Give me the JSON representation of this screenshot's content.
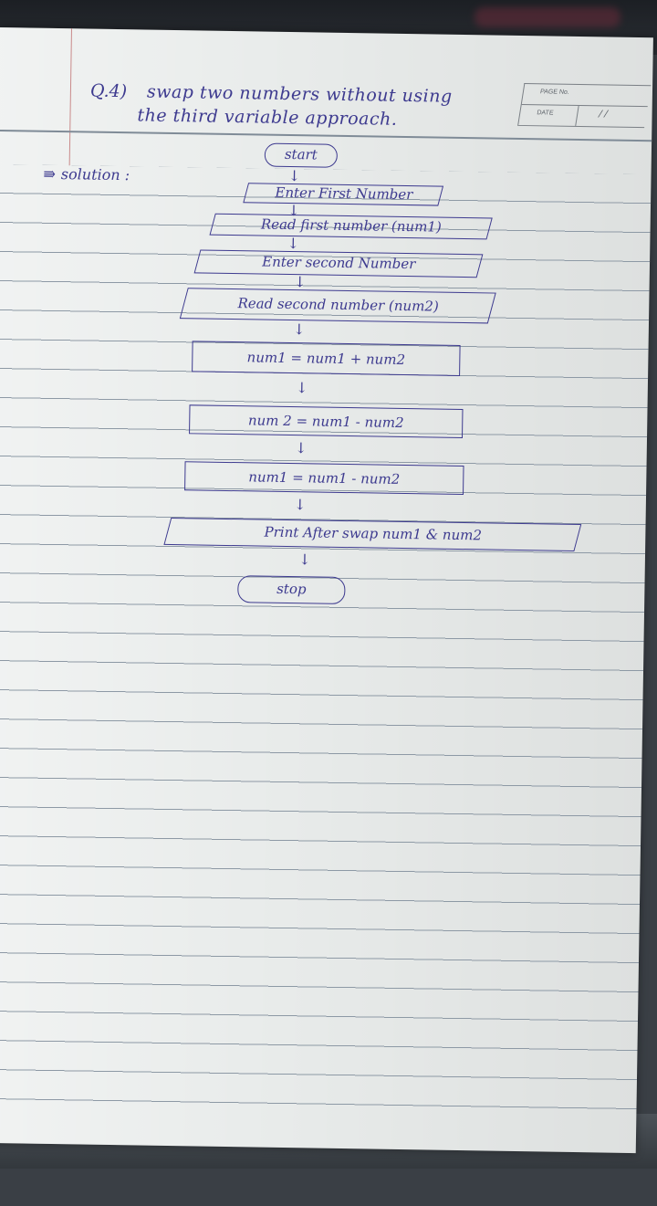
{
  "header": {
    "page_no_label": "PAGE No.",
    "date_label": "DATE",
    "date_value": "/ /"
  },
  "question": {
    "number": "Q.4)",
    "line1": "swap two numbers without using",
    "line2": "the third variable approach."
  },
  "solution_label": "solution :",
  "flowchart": {
    "start": "start",
    "step1": "Enter First Number",
    "step2": "Read first number (num1)",
    "step3": "Enter second Number",
    "step4": "Read second number (num2)",
    "step5": "num1 = num1 + num2",
    "step6": "num 2 = num1 - num2",
    "step7": "num1 = num1 - num2",
    "step8": "Print After swap num1 & num2",
    "stop": "stop"
  },
  "colors": {
    "ink": "#3d3a8f",
    "paper": "#e9eceb",
    "rule": "#8d99a5"
  }
}
